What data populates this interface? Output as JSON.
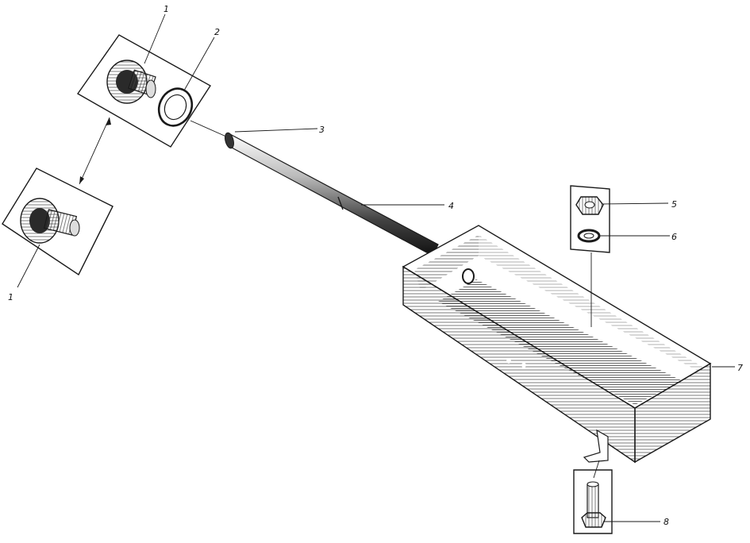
{
  "callouts": [
    {
      "id": "part-1-top",
      "label": "1"
    },
    {
      "id": "part-2",
      "label": "2"
    },
    {
      "id": "part-3",
      "label": "3"
    },
    {
      "id": "part-4",
      "label": "4"
    },
    {
      "id": "part-5",
      "label": "5"
    },
    {
      "id": "part-6",
      "label": "6"
    },
    {
      "id": "part-7",
      "label": "7"
    },
    {
      "id": "part-8",
      "label": "8"
    },
    {
      "id": "part-1-bottom",
      "label": "1"
    }
  ]
}
